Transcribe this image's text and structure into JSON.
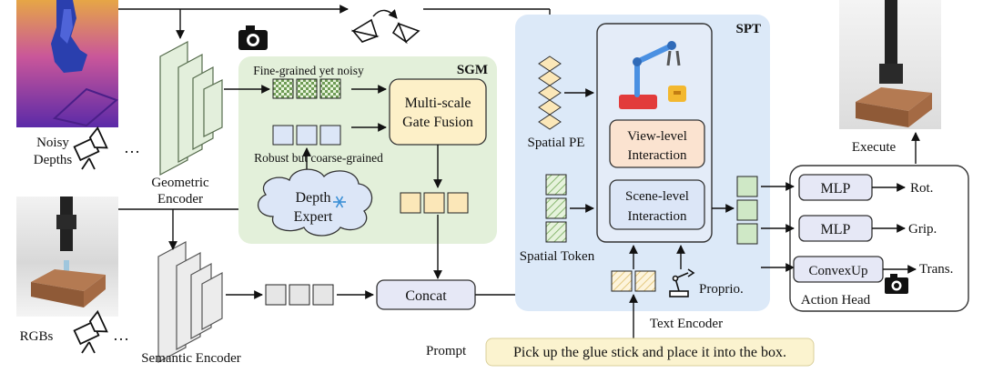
{
  "labels": {
    "noisy_depths_1": "Noisy",
    "noisy_depths_2": "Depths",
    "rgbs": "RGBs",
    "ellipsis": "…",
    "geometric_encoder_1": "Geometric",
    "geometric_encoder_2": "Encoder",
    "semantic_encoder": "Semantic Encoder",
    "sgm_title": "SGM",
    "fine_grained": "Fine-grained yet noisy",
    "robust_coarse": "Robust but coarse-grained",
    "msgf_1": "Multi-scale",
    "msgf_2": "Gate Fusion",
    "depth_expert_1": "Depth",
    "depth_expert_2": "Expert",
    "concat": "Concat",
    "spt_title": "SPT",
    "spatial_pe": "Spatial PE",
    "spatial_token": "Spatial Token",
    "view_level_1": "View-level",
    "view_level_2": "Interaction",
    "scene_level_1": "Scene-level",
    "scene_level_2": "Interaction",
    "proprio": "Proprio.",
    "text_encoder": "Text Encoder",
    "prompt_label": "Prompt",
    "prompt_text": "Pick up the glue stick and place it into the box.",
    "execute": "Execute",
    "mlp_1": "MLP",
    "mlp_2": "MLP",
    "convexup": "ConvexUp",
    "rot": "Rot.",
    "grip": "Grip.",
    "trans": "Trans.",
    "action_head": "Action Head"
  },
  "colors": {
    "sgm_bg": "#e3f0da",
    "spt_bg": "#dce9f8",
    "fusion_fill": "#fdf0c8",
    "interaction_fill": "#fbe3d0",
    "box_fill": "#e6e8f6",
    "token_green": "#cfe8c6",
    "token_blue": "#dce6f7",
    "token_yellow": "#fbe7b8",
    "prompt_bg": "#fbf3cf"
  },
  "icons": [
    "camera-icon",
    "snowflake-icon",
    "robot-arm-icon",
    "camera-views-icon"
  ]
}
